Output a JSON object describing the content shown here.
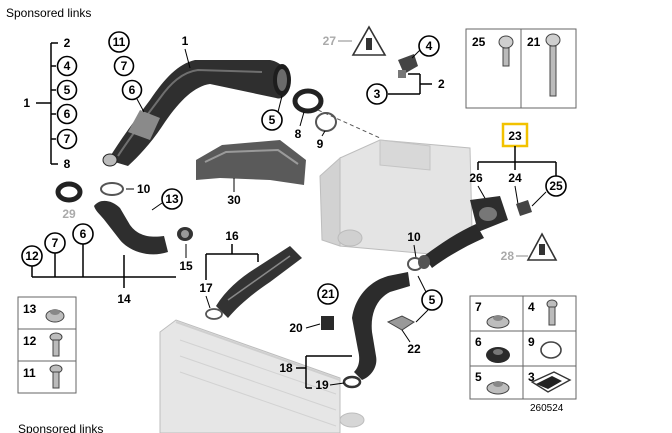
{
  "sponsored": {
    "top": "Sponsored links",
    "bottom": "Sponsored links"
  },
  "diagram_id": "260524",
  "labels": {
    "l1a": "1",
    "l2a": "2",
    "l4a": "4",
    "l5a": "5",
    "l6a": "6",
    "l7a": "7",
    "l8a": "8",
    "l11": "11",
    "l7b": "7",
    "l6b": "6",
    "l1b": "1",
    "l27": "27",
    "l4b": "4",
    "l2b": "2",
    "l3": "3",
    "l5b": "5",
    "l8b": "8",
    "l9": "9",
    "l29": "29",
    "l10a": "10",
    "l13": "13",
    "l30": "30",
    "l7c": "7",
    "l6c": "6",
    "l12": "12",
    "l15": "15",
    "l14": "14",
    "l16": "16",
    "l17": "17",
    "l23": "23",
    "l26": "26",
    "l24": "24",
    "l25b": "25",
    "l10b": "10",
    "l28": "28",
    "l5c": "5",
    "l21b": "21",
    "l20": "20",
    "l22": "22",
    "l18": "18",
    "l19": "19"
  },
  "box_top_right": {
    "a": "25",
    "b": "21"
  },
  "box_left": {
    "a": "13",
    "b": "12",
    "c": "11"
  },
  "box_bottom_right": {
    "a": "7",
    "b": "4",
    "c": "6",
    "d": "9",
    "e": "5",
    "f": "3"
  }
}
